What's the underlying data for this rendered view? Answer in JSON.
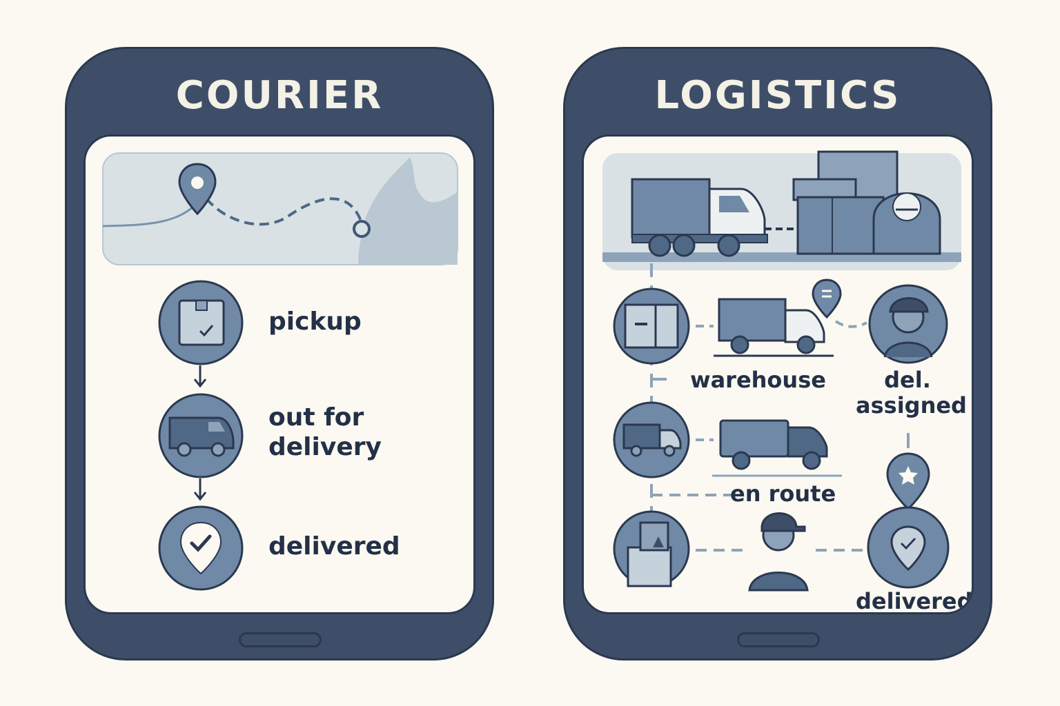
{
  "courier": {
    "title": "COURIER",
    "steps": [
      {
        "label": "pickup",
        "icon": "package-icon"
      },
      {
        "label": "out for\ndelivery",
        "icon": "van-icon"
      },
      {
        "label": "delivered",
        "icon": "check-pin-icon"
      }
    ]
  },
  "logistics": {
    "title": "LOGISTICS",
    "labels": {
      "warehouse": "warehouse",
      "assigned": "del.\nassigned",
      "en_route": "en route",
      "delivered": "delivered"
    }
  },
  "colors": {
    "frame": "#3f4e68",
    "frame_stroke": "#2b3850",
    "screen_bg": "#fbf9f1",
    "icon_fill": "#6f89a6",
    "light_fill": "#c5d2dc",
    "text": "#233047"
  }
}
